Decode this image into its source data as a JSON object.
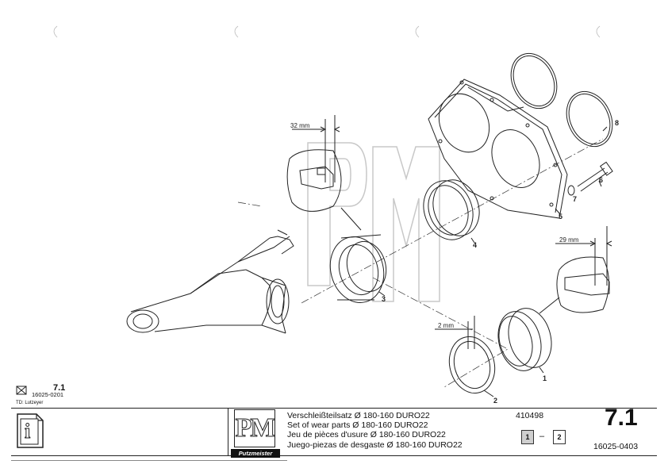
{
  "callouts": {
    "c1": "1",
    "c2": "2",
    "c3": "3",
    "c4": "4",
    "c5": "5",
    "c6": "6",
    "c7": "7",
    "c8": "8"
  },
  "dimensions": {
    "d1": "32 mm",
    "d2": "29 mm",
    "d3": "2 mm"
  },
  "corner_info": {
    "section": "7.1",
    "code": "16025-0201",
    "td": "TD: Lutzeyer"
  },
  "footer": {
    "titles": [
      "Verschleißteilsatz Ø 180-160 DURO22",
      "Set of wear parts Ø 180-160 DURO22",
      "Jeu de pièces d'usure Ø 180-160 DURO22",
      "Juego-piezas de desgaste Ø 180-160 DURO22"
    ],
    "part_number": "410498",
    "page_current": "1",
    "page_sep": "–",
    "page_total": "2",
    "section": "7.1",
    "doc_code": "16025-0403",
    "brand": "Putzmeister",
    "logo_text": "PM",
    "info_icon_glyph": "i"
  },
  "colors": {
    "line": "#222222",
    "watermark": "#cfcfcf",
    "page_active": "#cfcfcf"
  }
}
